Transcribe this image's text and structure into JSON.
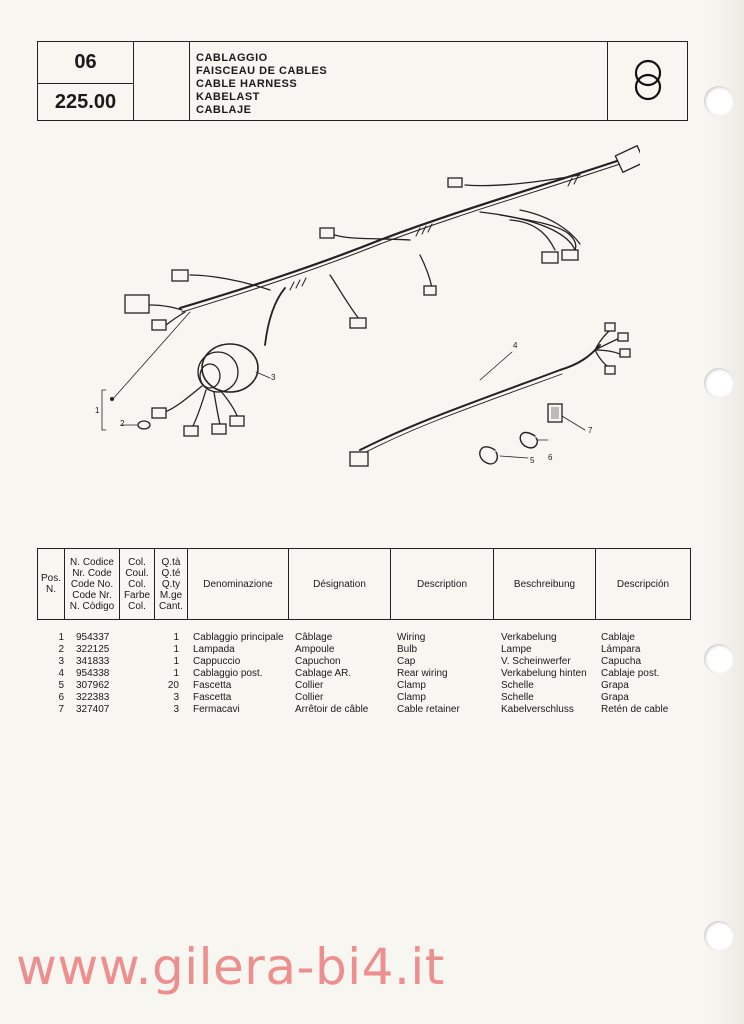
{
  "header": {
    "group_number": "06",
    "table_number": "225.00",
    "titles": [
      "CABLAGGIO",
      "FAISCEAU DE CABLES",
      "CABLE HARNESS",
      "KABELAST",
      "CABLAJE"
    ],
    "symbol": "double-ring-icon"
  },
  "diagram": {
    "callouts": [
      "1",
      "2",
      "3",
      "4",
      "5",
      "6",
      "7"
    ]
  },
  "table": {
    "headers": {
      "pos": [
        "Pos.",
        "N."
      ],
      "code": [
        "N. Codice",
        "Nr. Code",
        "Code No.",
        "Code Nr.",
        "N. Còdigo"
      ],
      "col": [
        "Col.",
        "Coul.",
        "Col.",
        "Farbe",
        "Col."
      ],
      "qty": [
        "Q.tà",
        "Q.té",
        "Q.ty",
        "M.ge",
        "Cant."
      ],
      "it": "Denominazione",
      "fr": "Désignation",
      "en": "Description",
      "de": "Beschreibung",
      "es": "Descripción"
    },
    "rows": [
      {
        "pos": "1",
        "code": "954337",
        "qty": "1",
        "it": "Cablaggio principale",
        "fr": "Câblage",
        "en": "Wiring",
        "de": "Verkabelung",
        "es": "Cablaje"
      },
      {
        "pos": "2",
        "code": "322125",
        "qty": "1",
        "it": "Lampada",
        "fr": "Ampoule",
        "en": "Bulb",
        "de": "Lampe",
        "es": "Lámpara"
      },
      {
        "pos": "3",
        "code": "341833",
        "qty": "1",
        "it": "Cappuccio",
        "fr": "Capuchon",
        "en": "Cap",
        "de": "V. Scheinwerfer",
        "es": "Capucha"
      },
      {
        "pos": "4",
        "code": "954338",
        "qty": "1",
        "it": "Cablaggio post.",
        "fr": "Cablage AR.",
        "en": "Rear wiring",
        "de": "Verkabelung hinten",
        "es": "Cablaje post."
      },
      {
        "pos": "5",
        "code": "307962",
        "qty": "20",
        "it": "Fascetta",
        "fr": "Collier",
        "en": "Clamp",
        "de": "Schelle",
        "es": "Grapa"
      },
      {
        "pos": "6",
        "code": "322383",
        "qty": "3",
        "it": "Fascetta",
        "fr": "Collier",
        "en": "Clamp",
        "de": "Schelle",
        "es": "Grapa"
      },
      {
        "pos": "7",
        "code": "327407",
        "qty": "3",
        "it": "Fermacavi",
        "fr": "Arrêtoir de câble",
        "en": "Cable retainer",
        "de": "Kabelverschluss",
        "es": "Retén de cable"
      }
    ]
  },
  "watermark": "www.gilera-bi4.it"
}
